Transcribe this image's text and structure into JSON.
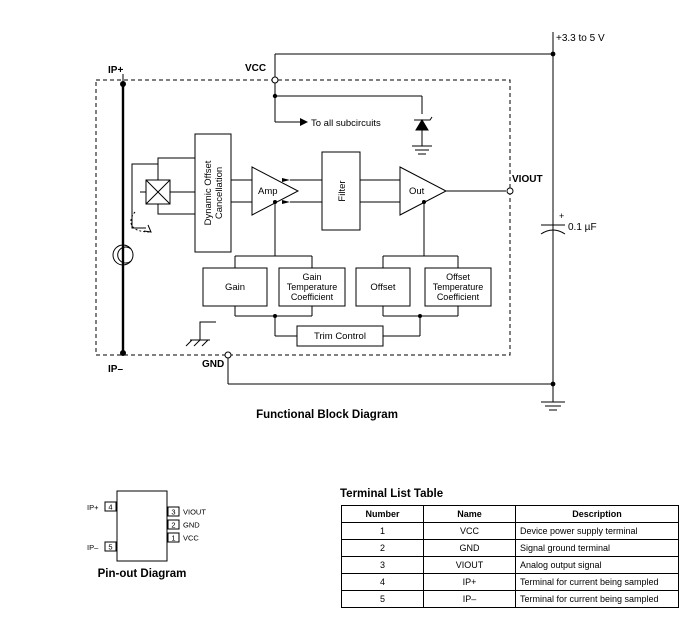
{
  "block_diagram": {
    "title": "Functional Block Diagram",
    "supply_label": "+3.3 to 5 V",
    "vcc_label": "VCC",
    "gnd_label": "GND",
    "ip_plus_label": "IP+",
    "ip_minus_label": "IP–",
    "viout_label": "VIOUT",
    "capacitor_plus": "+",
    "capacitor_label": "0.1 µF",
    "subcircuits_label": "To all subcircuits",
    "blocks": {
      "dynamic_offset_line1": "Dynamic Offset",
      "dynamic_offset_line2": "Cancellation",
      "amp": "Amp",
      "filter": "Filter",
      "out": "Out",
      "gain": "Gain",
      "gain_tc_line1": "Gain",
      "gain_tc_line2": "Temperature",
      "gain_tc_line3": "Coefficient",
      "offset": "Offset",
      "offset_tc_line1": "Offset",
      "offset_tc_line2": "Temperature",
      "offset_tc_line3": "Coefficient",
      "trim_control": "Trim Control"
    }
  },
  "pinout": {
    "title": "Pin-out Diagram",
    "left_pins": [
      {
        "label": "IP+",
        "number": "4"
      },
      {
        "label": "IP–",
        "number": "5"
      }
    ],
    "right_pins": [
      {
        "number": "3",
        "label": "VIOUT"
      },
      {
        "number": "2",
        "label": "GND"
      },
      {
        "number": "1",
        "label": "VCC"
      }
    ]
  },
  "terminal_table": {
    "title": "Terminal List Table",
    "headers": [
      "Number",
      "Name",
      "Description"
    ],
    "rows": [
      {
        "number": "1",
        "name": "VCC",
        "description": "Device power supply terminal"
      },
      {
        "number": "2",
        "name": "GND",
        "description": "Signal ground terminal"
      },
      {
        "number": "3",
        "name": "VIOUT",
        "description": "Analog output signal"
      },
      {
        "number": "4",
        "name": "IP+",
        "description": "Terminal for current being sampled"
      },
      {
        "number": "5",
        "name": "IP–",
        "description": "Terminal for current being sampled"
      }
    ]
  }
}
